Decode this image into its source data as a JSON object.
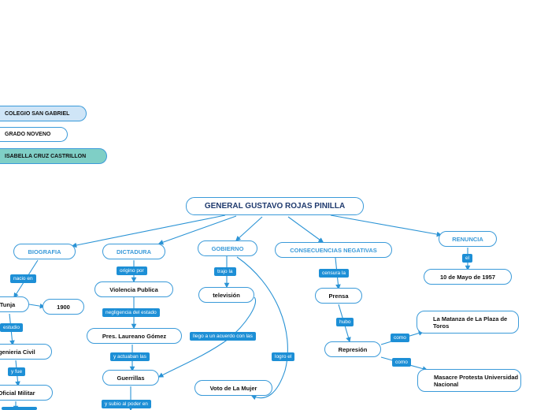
{
  "colors": {
    "line": "#2a93d5",
    "label_bg": "#1d8fd6",
    "header1": "#cfe5f7",
    "header2": "#ffffff",
    "header3": "#7fcfc6",
    "title": "#1f3a6e"
  },
  "header": {
    "school": "COLEGIO SAN GABRIEL",
    "grade": "GRADO NOVENO",
    "student": "ISABELLA CRUZ CASTRILLON"
  },
  "map": {
    "root": "GENERAL GUSTAVO ROJAS PINILLA",
    "branches": {
      "biografia": "BIOGRAFIA",
      "dictadura": "DICTADURA",
      "gobierno": "GOBIERNO",
      "consecuencias": "CONSECUENCIAS NEGATIVAS",
      "renuncia": "RENUNCIA"
    },
    "nodes": {
      "tunja": "Tunja",
      "year": "1900",
      "ingenieria": "Ingenieria Civil",
      "oficial": "Oficial Militar",
      "violencia": "Violencia Publica",
      "laureano": "Pres. Laureano Gómez",
      "guerrillas": "Guerrillas",
      "television": "televisión",
      "voto": "Voto de La Mujer",
      "prensa": "Prensa",
      "represion": "Represión",
      "matanza": "La Matanza de La Plaza de Toros",
      "masacre": "Masacre Protesta Universidad Nacional",
      "fecha": "10 de Mayo de 1957"
    },
    "labels": {
      "nacio": "nacio en",
      "estudio": "estudio",
      "fue": "y fue",
      "origino": "origino por",
      "negligencia": "negligencia del estado",
      "actuaban": "y actuaban las",
      "subio": "y subio al poder en",
      "trajo": "trajo la",
      "acuerdo": "llego a un acuerdo con las",
      "logro": "logro el",
      "censura": "censura la",
      "hubo": "hubo",
      "como1": "como",
      "como2": "como",
      "el": "el"
    }
  }
}
